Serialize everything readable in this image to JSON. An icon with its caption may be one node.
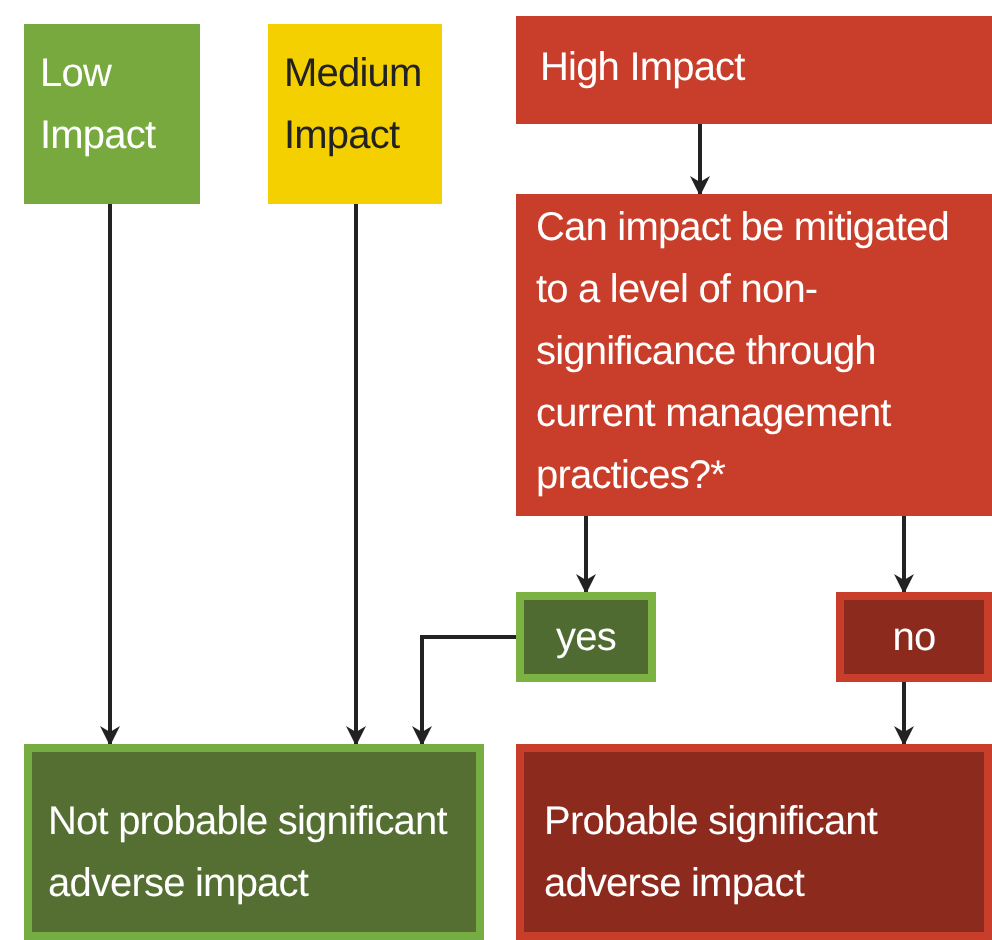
{
  "diagram": {
    "nodes": [
      {
        "text": [
          "Low Impact"
        ]
      },
      {
        "text": [
          "Medium Impact"
        ]
      },
      {
        "text": [
          "High Impact"
        ]
      },
      {
        "text": [
          "Can impact be mitigated to a level of non-significance through current management practices?*"
        ]
      },
      {
        "text": [
          "yes"
        ]
      },
      {
        "text": [
          "no"
        ]
      },
      {
        "text": [
          "Not probable significant adverse impact"
        ]
      },
      {
        "text": [
          "Probable significant adverse impact"
        ]
      }
    ],
    "edges": [
      {
        "from": 0,
        "to": 6,
        "arrow": "to"
      },
      {
        "from": 1,
        "to": 6,
        "arrow": "to"
      },
      {
        "from": 2,
        "to": 3,
        "arrow": "to"
      },
      {
        "from": 3,
        "to": 4,
        "arrow": "to"
      },
      {
        "from": 3,
        "to": 5,
        "arrow": "to"
      },
      {
        "from": 4,
        "to": 6,
        "arrow": "to"
      },
      {
        "from": 5,
        "to": 7,
        "arrow": "to"
      }
    ]
  }
}
